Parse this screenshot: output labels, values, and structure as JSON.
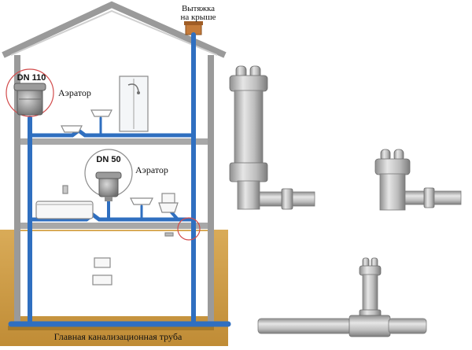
{
  "labels": {
    "roof_vent_line1": "Вытяжка",
    "roof_vent_line2": "на крыше",
    "dn110": "DN 110",
    "aerator_top": "Аэратор",
    "dn50": "DN 50",
    "aerator_middle": "Аэратор",
    "main_pipe": "Главная канализационная труба"
  },
  "colors": {
    "pipe": "#2f6fc0",
    "pipe_dark": "#1f4f96",
    "wall": "#9a9a9a",
    "ground": "#d6a54e",
    "ground_dark": "#b8862f",
    "fitting": "#b9b9b9",
    "fitting_dark": "#8d8d8d",
    "highlight_ring": "#d24c4c"
  }
}
